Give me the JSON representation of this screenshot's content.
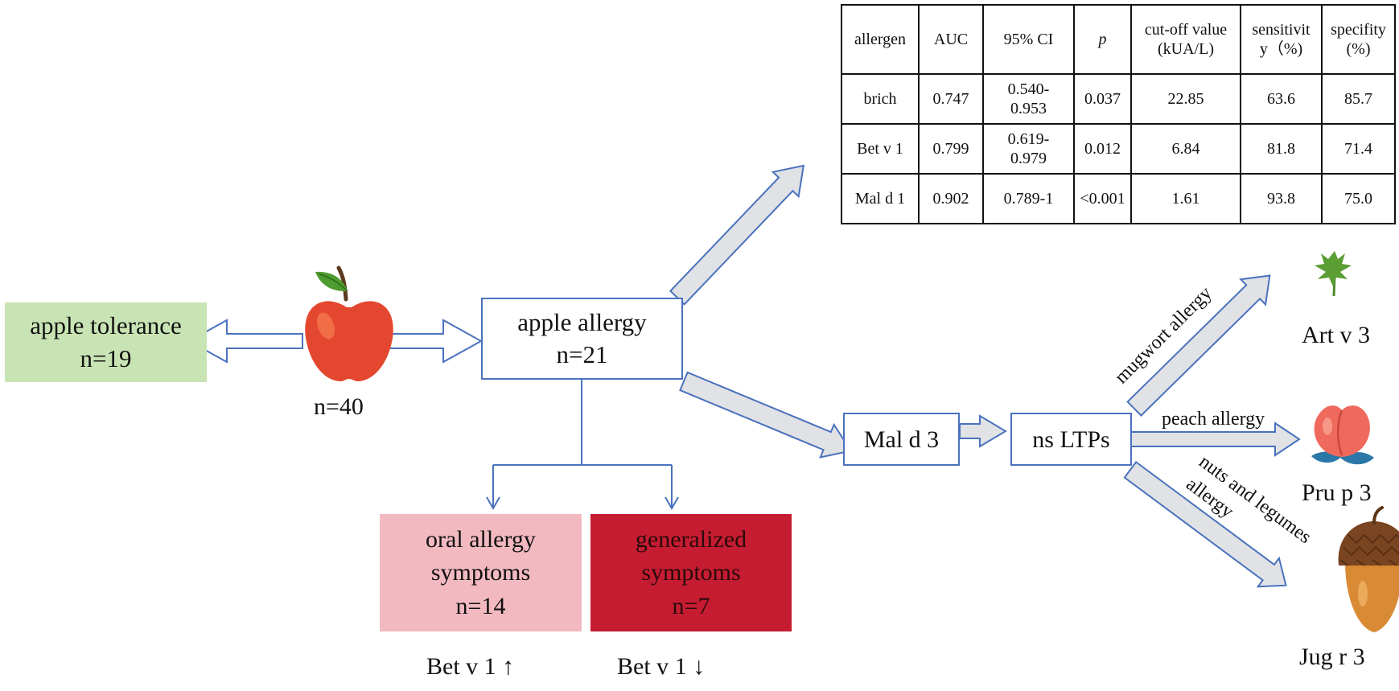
{
  "nodes": {
    "apple_tolerance": {
      "label": "apple tolerance",
      "count": "n=19"
    },
    "apple": {
      "count": "n=40"
    },
    "apple_allergy": {
      "label": "apple allergy",
      "count": "n=21"
    },
    "oral": {
      "line1": "oral allergy",
      "line2": "symptoms",
      "count": "n=14"
    },
    "generalized": {
      "line1": "generalized",
      "line2": "symptoms",
      "count": "n=7"
    },
    "mald3": {
      "label": "Mal d 3"
    },
    "nsltps": {
      "label": "ns LTPs"
    }
  },
  "bet_labels": {
    "oral": "Bet v 1 ↑",
    "generalized": "Bet v 1 ↓"
  },
  "branch_labels": {
    "mugwort": "mugwort allergy",
    "peach": "peach allergy",
    "nuts_line1": "nuts and legumes",
    "nuts_line2": "allergy"
  },
  "allergens": {
    "art": "Art v 3",
    "pru": "Pru p 3",
    "jug": "Jug r 3"
  },
  "table": {
    "headers": [
      "allergen",
      "AUC",
      "95% CI",
      "p",
      "cut-off value\n(kUA/L)",
      "sensitivit\ny（%)",
      "specifity\n(%)"
    ],
    "rows": [
      [
        "brich",
        "0.747",
        "0.540-\n0.953",
        "0.037",
        "22.85",
        "63.6",
        "85.7"
      ],
      [
        "Bet v 1",
        "0.799",
        "0.619-\n0.979",
        "0.012",
        "6.84",
        "81.8",
        "71.4"
      ],
      [
        "Mal d 1",
        "0.902",
        "0.789-1",
        "<0.001",
        "1.61",
        "93.8",
        "75.0"
      ]
    ]
  },
  "colors": {
    "tolerance_fill": "#c9e4b4",
    "oral_fill": "#f2b9c1",
    "generalized_fill": "#c51c32",
    "line_blue": "#4a72bd",
    "arrow_fill": "#e0e2e6"
  },
  "icons": [
    "apple-icon",
    "mugwort-leaf-icon",
    "peach-icon",
    "acorn-icon"
  ]
}
